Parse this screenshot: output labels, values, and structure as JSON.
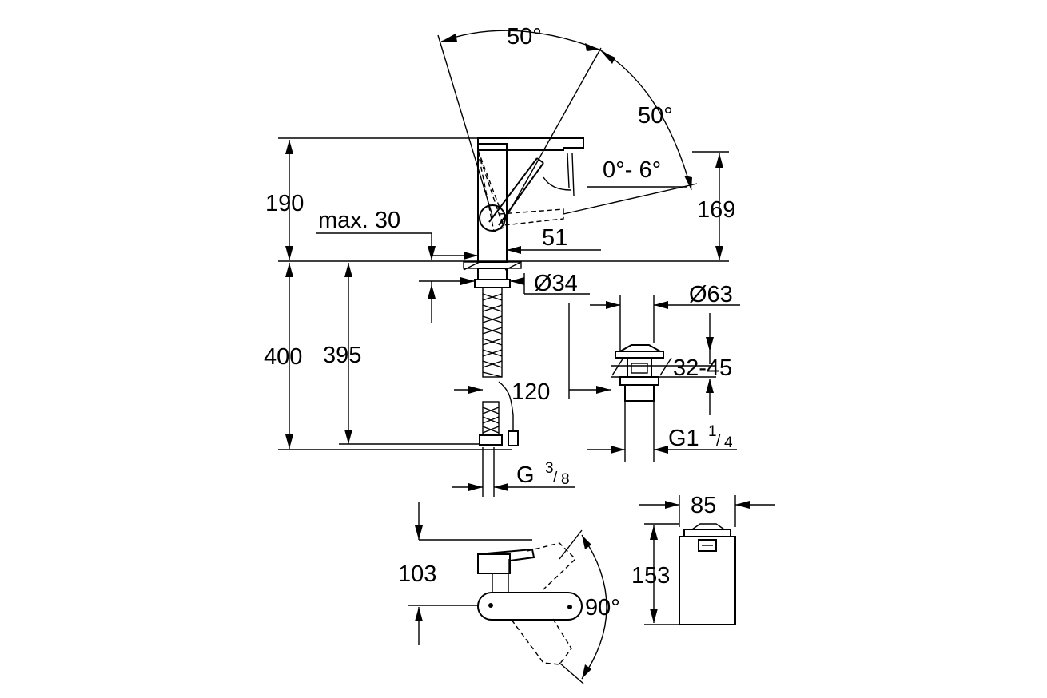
{
  "dimensions": {
    "lever_angle_left": "50°",
    "lever_angle_right": "50°",
    "spout_tilt": "0°- 6°",
    "overall_height": "190",
    "spout_height": "169",
    "max_deck": "max. 30",
    "spout_offset": "51",
    "tail_diameter": "Ø34",
    "hose_length_total": "400",
    "hose_length": "395",
    "hose_extra": "120",
    "thread_main": "G",
    "thread_main_num": "3",
    "thread_main_den": "8",
    "waste_diameter": "Ø63",
    "waste_range": "32-45",
    "waste_thread": "G1",
    "waste_thread_num": "1",
    "waste_thread_den": "4",
    "top_offset": "103",
    "swivel_angle": "90°",
    "box_width": "85",
    "box_height": "153"
  }
}
